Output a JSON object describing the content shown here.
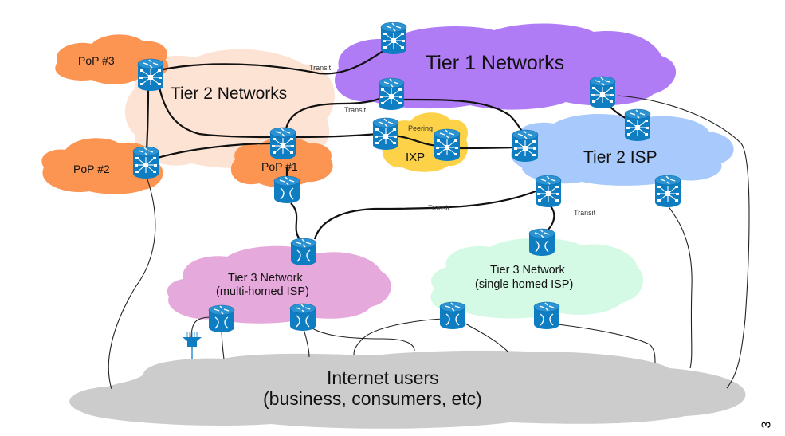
{
  "clouds": {
    "tier1": {
      "label": "Tier 1 Networks",
      "color": "#b07cf5"
    },
    "tier2_networks": {
      "label": "Tier 2 Networks",
      "color": "#fde3d4"
    },
    "pop1": {
      "label": "PoP #1",
      "color": "#fd9552"
    },
    "pop2": {
      "label": "PoP #2",
      "color": "#fd9552"
    },
    "pop3": {
      "label": "PoP #3",
      "color": "#fd9552"
    },
    "ixp": {
      "label": "IXP",
      "sublabel": "Peering",
      "color": "#fdd248"
    },
    "tier2_isp": {
      "label": "Tier 2 ISP",
      "color": "#a8c9fb"
    },
    "tier3_multi": {
      "label_line1": "Tier 3 Network",
      "label_line2": "(multi-homed ISP)",
      "color": "#e6a9dc"
    },
    "tier3_single": {
      "label_line1": "Tier 3 Network",
      "label_line2": "(single homed ISP)",
      "color": "#d4fae6"
    },
    "users": {
      "label_line1": "Internet users",
      "label_line2": "(business, consumers, etc)",
      "color": "#cccccc"
    }
  },
  "link_labels": {
    "transit_pop3_tier1": "Transit",
    "transit_tier2_tier1": "Transit",
    "transit_t2isp_t3multi": "Transit",
    "transit_t2isp_t3single": "Transit"
  },
  "device_colors": {
    "body": "#0f7dc2",
    "top": "#2c93d3",
    "mark": "#ffffff"
  },
  "page_number": "3"
}
